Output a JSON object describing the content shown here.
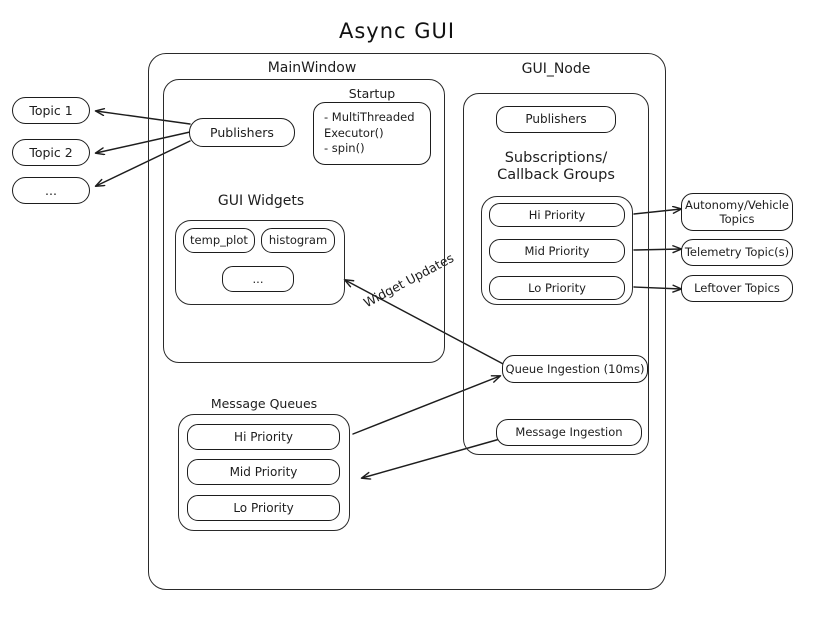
{
  "diagram": {
    "title": "Async  GUI",
    "background_color": "#ffffff",
    "stroke_color": "#1d1d1d"
  },
  "external_topics_left": [
    {
      "label": "Topic 1"
    },
    {
      "label": "Topic 2"
    },
    {
      "label": "..."
    }
  ],
  "main_window": {
    "label": "MainWindow",
    "publishers": {
      "label": "Publishers"
    },
    "startup": {
      "label": "Startup",
      "lines": "- MultiThreaded\n  Executor()\n- spin()"
    },
    "gui_widgets": {
      "label": "GUI Widgets",
      "widgets": [
        {
          "label": "temp_plot"
        },
        {
          "label": "histogram"
        },
        {
          "label": "..."
        }
      ]
    },
    "message_queues": {
      "label": "Message Queues",
      "queues": [
        {
          "label": "Hi Priority"
        },
        {
          "label": "Mid Priority"
        },
        {
          "label": "Lo Priority"
        }
      ]
    }
  },
  "gui_node": {
    "label": "GUI_Node",
    "publishers": {
      "label": "Publishers"
    },
    "subscriptions_label": "Subscriptions/\nCallback Groups",
    "callback_groups": [
      {
        "label": "Hi Priority"
      },
      {
        "label": "Mid Priority"
      },
      {
        "label": "Lo Priority"
      }
    ],
    "queue_ingestion": {
      "label": "Queue Ingestion (10ms)"
    },
    "message_ingestion": {
      "label": "Message Ingestion"
    }
  },
  "external_topics_right": [
    {
      "label": "Autonomy/Vehicle\nTopics"
    },
    {
      "label": "Telemetry Topic(s)"
    },
    {
      "label": "Leftover Topics"
    }
  ],
  "annotations": {
    "widget_updates": "Widget Updates"
  }
}
